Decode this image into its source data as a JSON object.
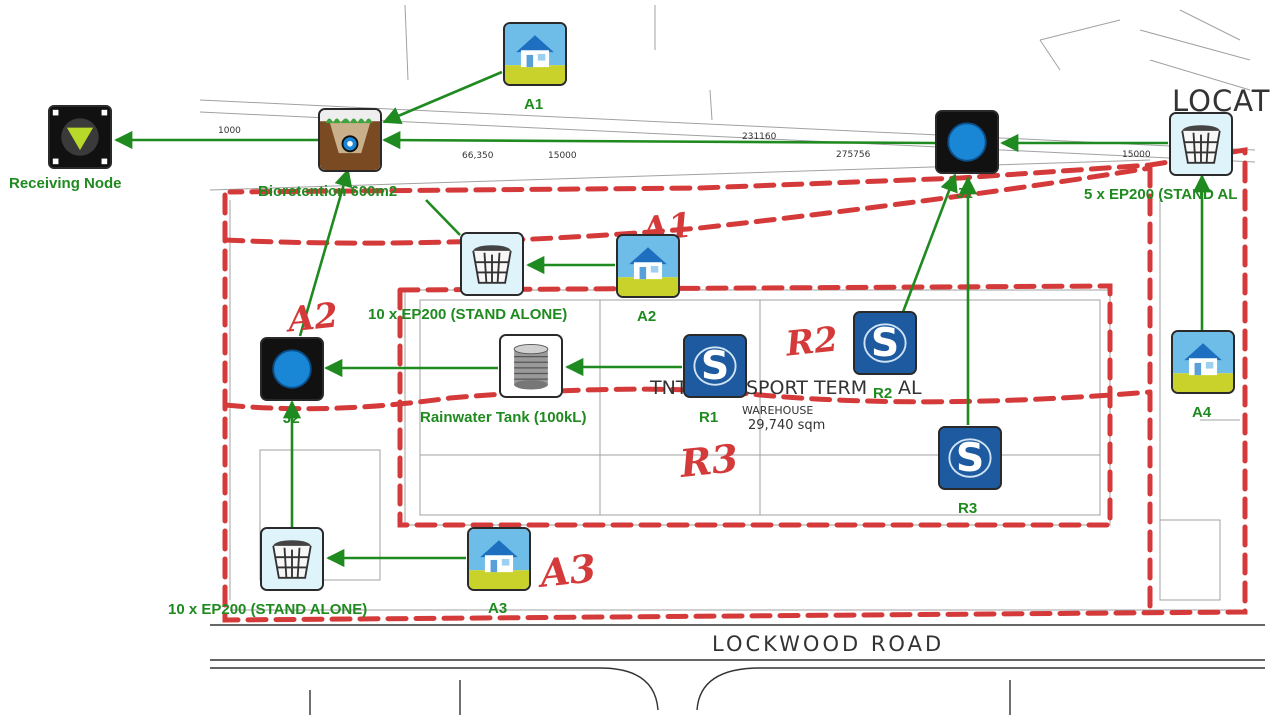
{
  "nodes": {
    "receiving": {
      "label": "Receiving Node",
      "icon": "receiving-node-icon"
    },
    "bioretention": {
      "label": "Bioretention 600m2",
      "icon": "bioretention-icon"
    },
    "a1": {
      "label": "A1",
      "icon": "urban-catchment-icon"
    },
    "j1": {
      "label": "J1",
      "icon": "junction-icon"
    },
    "ep200_top": {
      "label": "5 x  EP200 (STAND AL",
      "icon": "gpt-basket-icon"
    },
    "ep200_mid": {
      "label": "10 x  EP200 (STAND ALONE)",
      "icon": "gpt-basket-icon"
    },
    "a2": {
      "label": "A2",
      "icon": "urban-catchment-icon"
    },
    "j2": {
      "label": "J2",
      "icon": "junction-icon"
    },
    "tank": {
      "label": "Rainwater Tank (100kL)",
      "icon": "rainwater-tank-icon"
    },
    "r1": {
      "label": "R1",
      "icon": "roof-source-icon"
    },
    "r2": {
      "label": "R2",
      "icon": "roof-source-icon"
    },
    "r3": {
      "label": "R3",
      "icon": "roof-source-icon"
    },
    "a4": {
      "label": "A4",
      "icon": "urban-catchment-icon"
    },
    "ep200_bot": {
      "label": "10 x  EP200 (STAND ALONE)",
      "icon": "gpt-basket-icon"
    },
    "a3": {
      "label": "A3",
      "icon": "urban-catchment-icon"
    }
  },
  "plan": {
    "road": "LOCKWOOD ROAD",
    "locat": "LOCAT",
    "terminal_left": "TNT",
    "terminal_right": "SPORT TERM",
    "terminal_end": "AL",
    "warehouse": "WAREHOUSE",
    "area": "29,740 sqm",
    "dims": [
      "1000",
      "66,350",
      "15000",
      "231160",
      "275756",
      "15000"
    ]
  },
  "markup": {
    "a1": "A1",
    "a2": "A2",
    "a3": "A3",
    "r2": "R2",
    "r3": "R3"
  },
  "colors": {
    "link": "#1f8a1f",
    "markup": "#d43a3a",
    "label": "#1f8a1f",
    "roof": "#1e5aa0",
    "junction": "#1a86d6"
  }
}
